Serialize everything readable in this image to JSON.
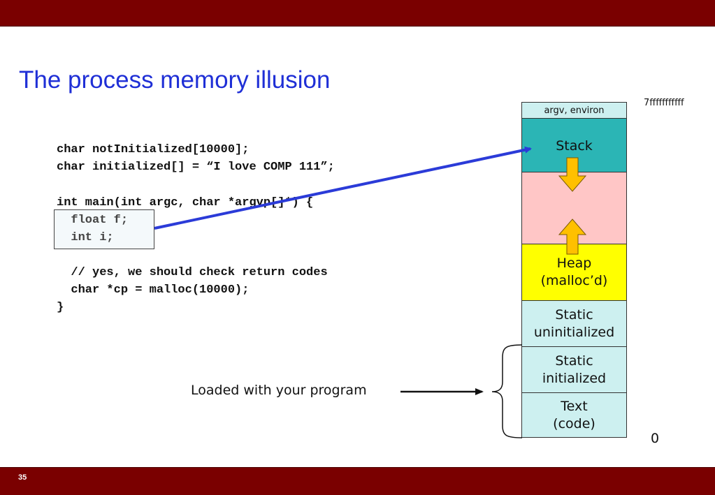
{
  "slide": {
    "title": "The process memory illusion",
    "number": "35"
  },
  "code": {
    "lines": [
      "char notInitialized[10000];",
      "char initialized[] = “I love COMP 111”;",
      "",
      "int main(int argc, char *argvp[]*) {",
      "  float f;",
      "  int i;",
      "",
      "  // yes, we should check return codes",
      "  char *cp = malloc(10000);",
      "}"
    ]
  },
  "memory": {
    "top_address": "7fffffffffff",
    "bottom_address": "0",
    "segments": {
      "argv": "argv, environ",
      "stack": "Stack",
      "heap_line1": "Heap",
      "heap_line2": "(malloc’d)",
      "static_uninit_line1": "Static",
      "static_uninit_line2": "uninitialized",
      "static_init_line1": "Static",
      "static_init_line2": "initialized",
      "text_line1": "Text",
      "text_line2": "(code)"
    }
  },
  "annotation": {
    "loaded_label": "Loaded with your program"
  },
  "colors": {
    "bar": "#7a0000",
    "title": "#1f2fd6",
    "stack": "#2bb5b5",
    "free": "#ffc6c6",
    "heap": "#ffff00",
    "static": "#cdf0f0",
    "arrow_blue": "#2b3bd8",
    "growth_arrow": "#ffc000"
  }
}
